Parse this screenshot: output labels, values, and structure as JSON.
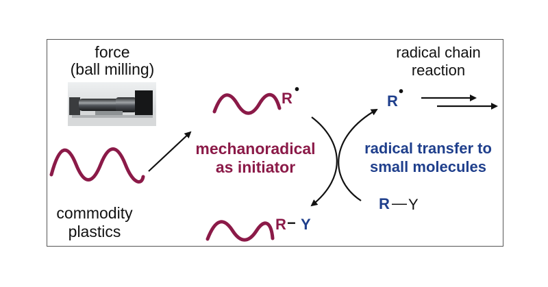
{
  "colors": {
    "maroon": "#8b1a48",
    "navy": "#1f3f8c",
    "black": "#111111"
  },
  "labels": {
    "force_line1": "force",
    "force_line2": "(ball milling)",
    "commodity_line1": "commodity",
    "commodity_line2": "plastics",
    "mechano_line1": "mechanoradical",
    "mechano_line2": "as initiator",
    "transfer_line1": "radical transfer to",
    "transfer_line2": "small molecules",
    "chain_line1": "radical chain",
    "chain_line2": "reaction"
  },
  "species": {
    "polymer_radical_r": "R",
    "radical_dot": "•",
    "small_radical_r": "R",
    "product_r": "R",
    "product_bond": "−",
    "product_y": "Y",
    "substrate_r": "R",
    "substrate_bond": "—",
    "substrate_y": "Y"
  },
  "icons": {
    "ball_mill": "ball-mill-photo-icon",
    "polymer_chain": "wavy-polymer-chain-icon"
  }
}
